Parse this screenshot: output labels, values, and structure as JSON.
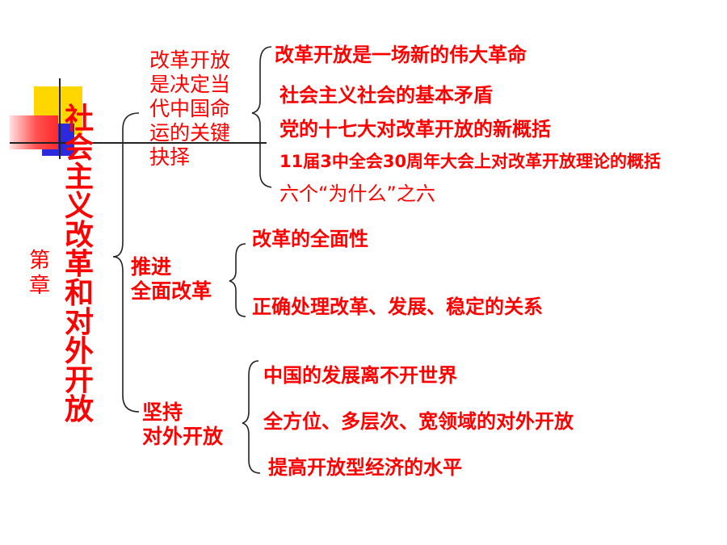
{
  "title": {
    "text": "社会主义改革和对外开放",
    "chars": [
      "社",
      "会",
      "主",
      "义",
      "改",
      "革",
      "和",
      "对",
      "外",
      "开",
      "放"
    ]
  },
  "chapter": {
    "chars": [
      "第",
      "章"
    ]
  },
  "branches": [
    {
      "lines": [
        "改革开放",
        "是决定当",
        "代中国命",
        "运的关键",
        "抉择"
      ],
      "items": [
        "改革开放是一场新的伟大革命",
        "社会主义社会的基本矛盾",
        "党的十七大对改革开放的新概括",
        "11届3中全会30周年大会上对改革开放理论的概括",
        "六个“为什么”之六"
      ]
    },
    {
      "lines": [
        "推进",
        "全面改革"
      ],
      "items": [
        "改革的全面性",
        "正确处理改革、发展、稳定的关系"
      ]
    },
    {
      "lines": [
        "坚持",
        "对外开放"
      ],
      "items": [
        "中国的发展离不开世界",
        "全方位、多层次、宽领域的对外开放",
        "提高开放型经济的水平"
      ]
    }
  ],
  "colors": {
    "text": "#ff0000",
    "lines": "#222222",
    "accent_yellow": "#FFD700",
    "accent_blue": "#2B2BDD"
  }
}
